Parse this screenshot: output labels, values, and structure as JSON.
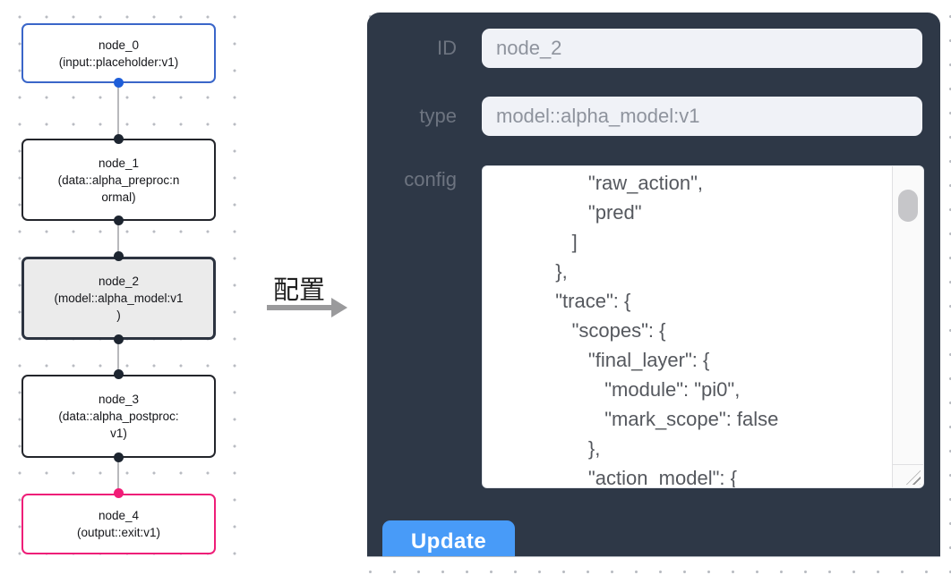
{
  "flow": {
    "nodes": [
      {
        "id": "node_0",
        "lines": [
          "node_0",
          "(input::placeholder:v1)"
        ]
      },
      {
        "id": "node_1",
        "lines": [
          "node_1",
          "(data::alpha_preproc:n",
          "ormal)"
        ]
      },
      {
        "id": "node_2",
        "lines": [
          "node_2",
          "(model::alpha_model:v1",
          ")"
        ]
      },
      {
        "id": "node_3",
        "lines": [
          "node_3",
          "(data::alpha_postproc:",
          "v1)"
        ]
      },
      {
        "id": "node_4",
        "lines": [
          "node_4",
          "(output::exit:v1)"
        ]
      }
    ]
  },
  "arrow": {
    "label": "配置"
  },
  "panel": {
    "id_label": "ID",
    "id_value": "node_2",
    "type_label": "type",
    "type_value": "model::alpha_model:v1",
    "config_label": "config",
    "config_text": "                 \"raw_action\",\n                 \"pred\"\n              ]\n           },\n           \"trace\": {\n              \"scopes\": {\n                 \"final_layer\": {\n                    \"module\": \"pi0\",\n                    \"mark_scope\": false\n                 },\n                 \"action_model\": {",
    "update_label": "Update"
  },
  "colors": {
    "panel_bg": "#2e3847",
    "accent_blue": "#489bf8",
    "node_input_border": "#3a66c9",
    "node_output_border": "#ee1e78",
    "port_blue": "#1e5ed9",
    "port_pink": "#f11c77",
    "port_dark": "#1d2530"
  }
}
